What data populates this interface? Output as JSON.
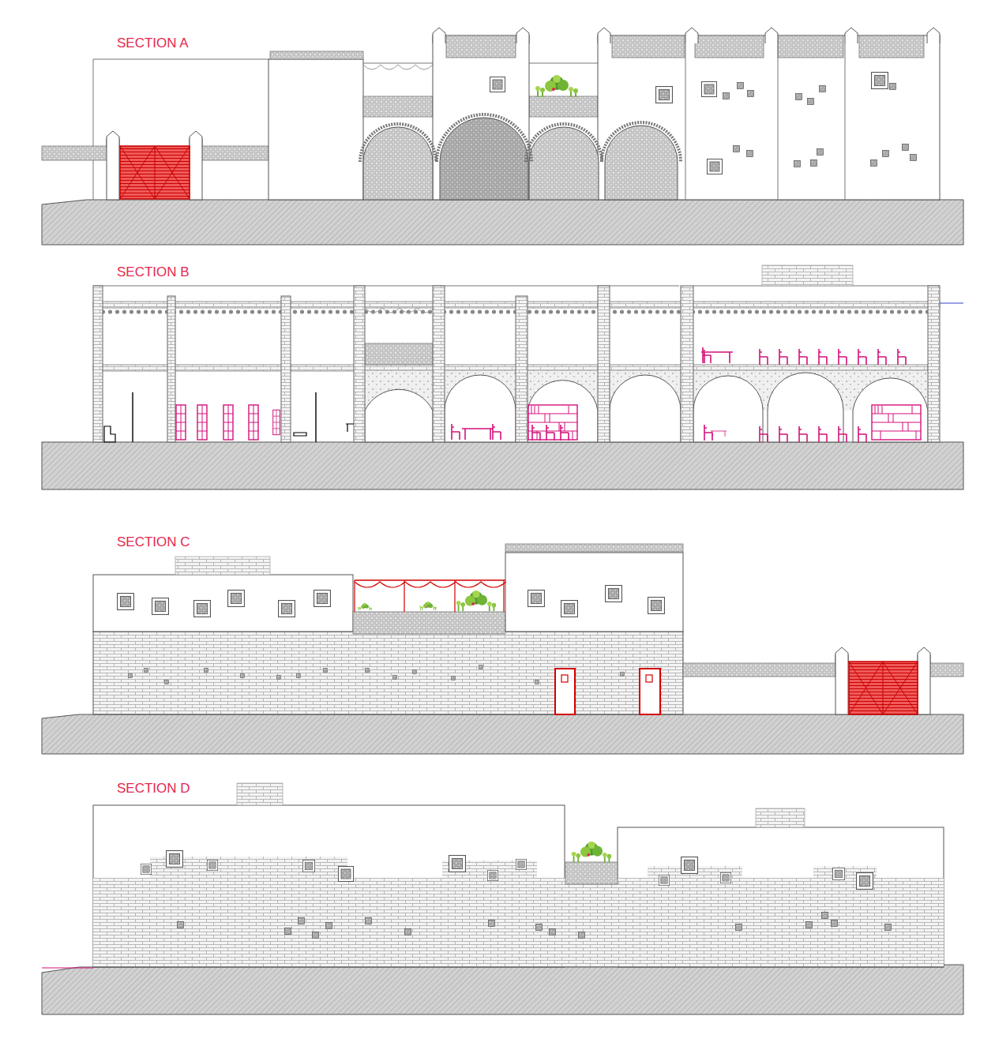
{
  "diagram": {
    "labels": [
      "SECTION A",
      "SECTION B",
      "SECTION C",
      "SECTION D"
    ]
  }
}
